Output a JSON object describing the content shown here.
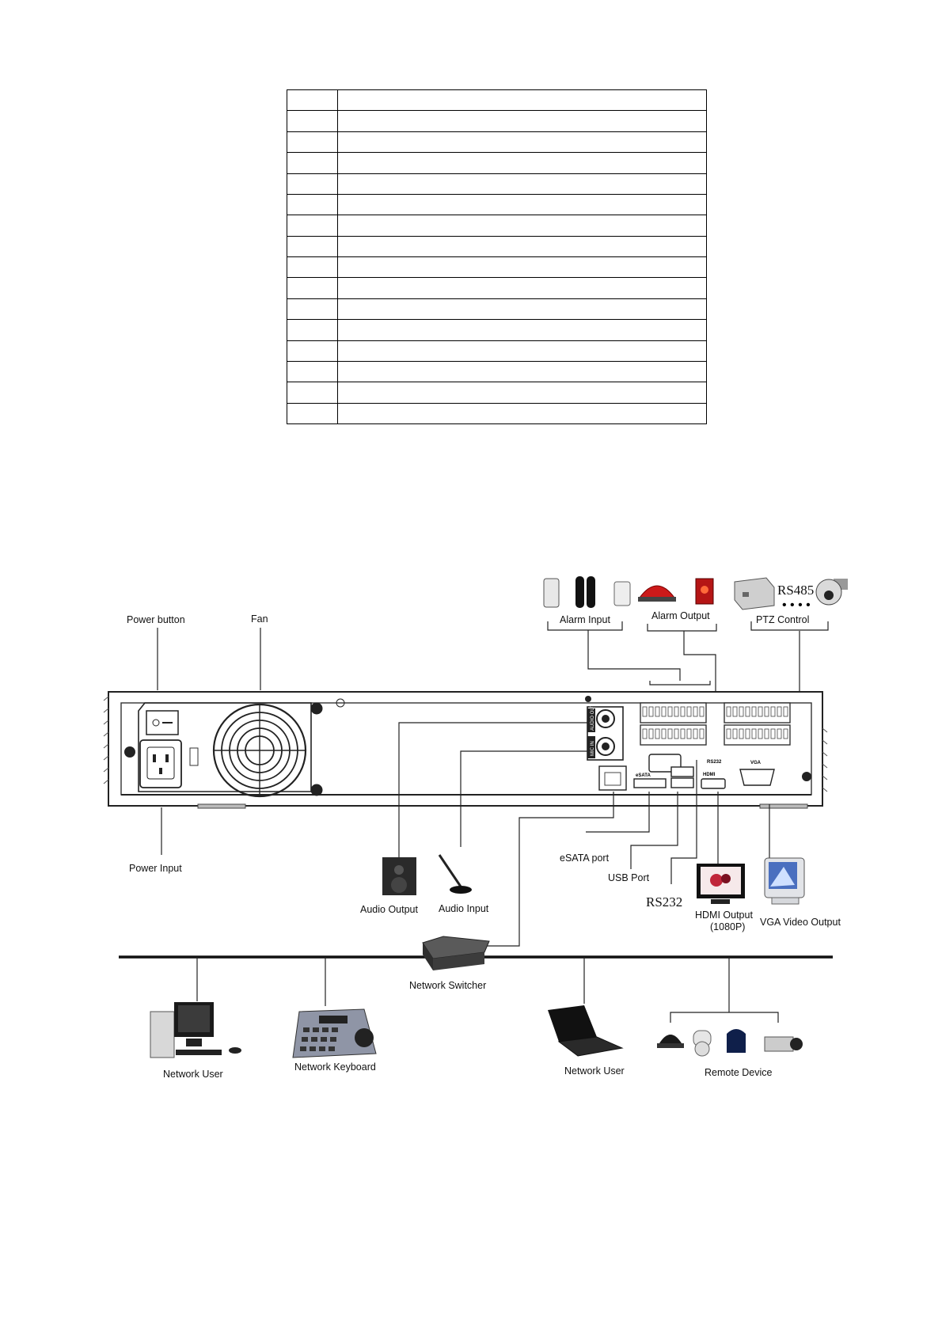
{
  "table": {
    "rows": 16,
    "columns": 2
  },
  "labels": {
    "power_button": "Power button",
    "fan": "Fan",
    "power_input": "Power Input",
    "alarm_input": "Alarm Input",
    "alarm_output": "Alarm Output",
    "rs485": "RS485",
    "ptz_control": "PTZ Control",
    "audio_output": "Audio Output",
    "audio_input": "Audio Input",
    "esata_port": "eSATA port",
    "usb_port": "USB Port",
    "rs232": "RS232",
    "hdmi_output": "HDMI Output",
    "hdmi_res": "(1080P)",
    "vga_output": "VGA Video Output",
    "network_switcher": "Network Switcher",
    "network_user_left": "Network User",
    "network_keyboard": "Network Keyboard",
    "network_user_right": "Network User",
    "remote_device": "Remote Device"
  },
  "panel_labels": {
    "esata": "eSATA",
    "hdmi": "HDMI",
    "vga": "VGA",
    "rs232": "RS232",
    "audio_out": "AUDIO OUT",
    "mic_in": "MIC IN"
  }
}
